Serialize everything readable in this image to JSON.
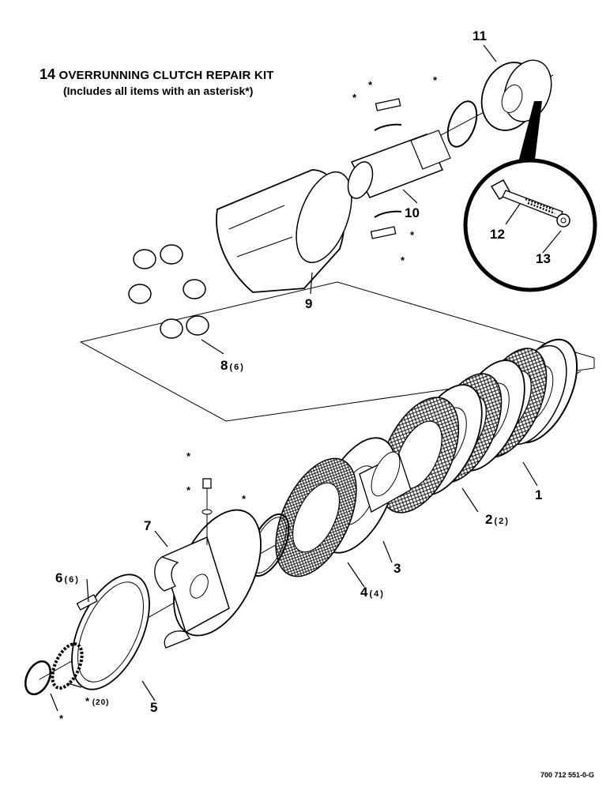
{
  "title": {
    "kit_number": "14",
    "kit_name": "OVERRUNNING CLUTCH REPAIR KIT",
    "subtitle": "(Includes all items with an asterisk*)"
  },
  "callouts": [
    {
      "id": "1",
      "label": "1",
      "qty": ""
    },
    {
      "id": "2",
      "label": "2",
      "qty": "(2)"
    },
    {
      "id": "3",
      "label": "3",
      "qty": ""
    },
    {
      "id": "4",
      "label": "4",
      "qty": "(4)"
    },
    {
      "id": "5",
      "label": "5",
      "qty": ""
    },
    {
      "id": "6",
      "label": "6",
      "qty": "(6)"
    },
    {
      "id": "7",
      "label": "7",
      "qty": ""
    },
    {
      "id": "8",
      "label": "8",
      "qty": "(6)"
    },
    {
      "id": "9",
      "label": "9",
      "qty": ""
    },
    {
      "id": "10",
      "label": "10",
      "qty": ""
    },
    {
      "id": "11",
      "label": "11",
      "qty": ""
    },
    {
      "id": "12",
      "label": "12",
      "qty": ""
    },
    {
      "id": "13",
      "label": "13",
      "qty": ""
    }
  ],
  "asterisk": "*",
  "ball_qty": "(20)",
  "drawing_code": "700 712 551-0-G"
}
